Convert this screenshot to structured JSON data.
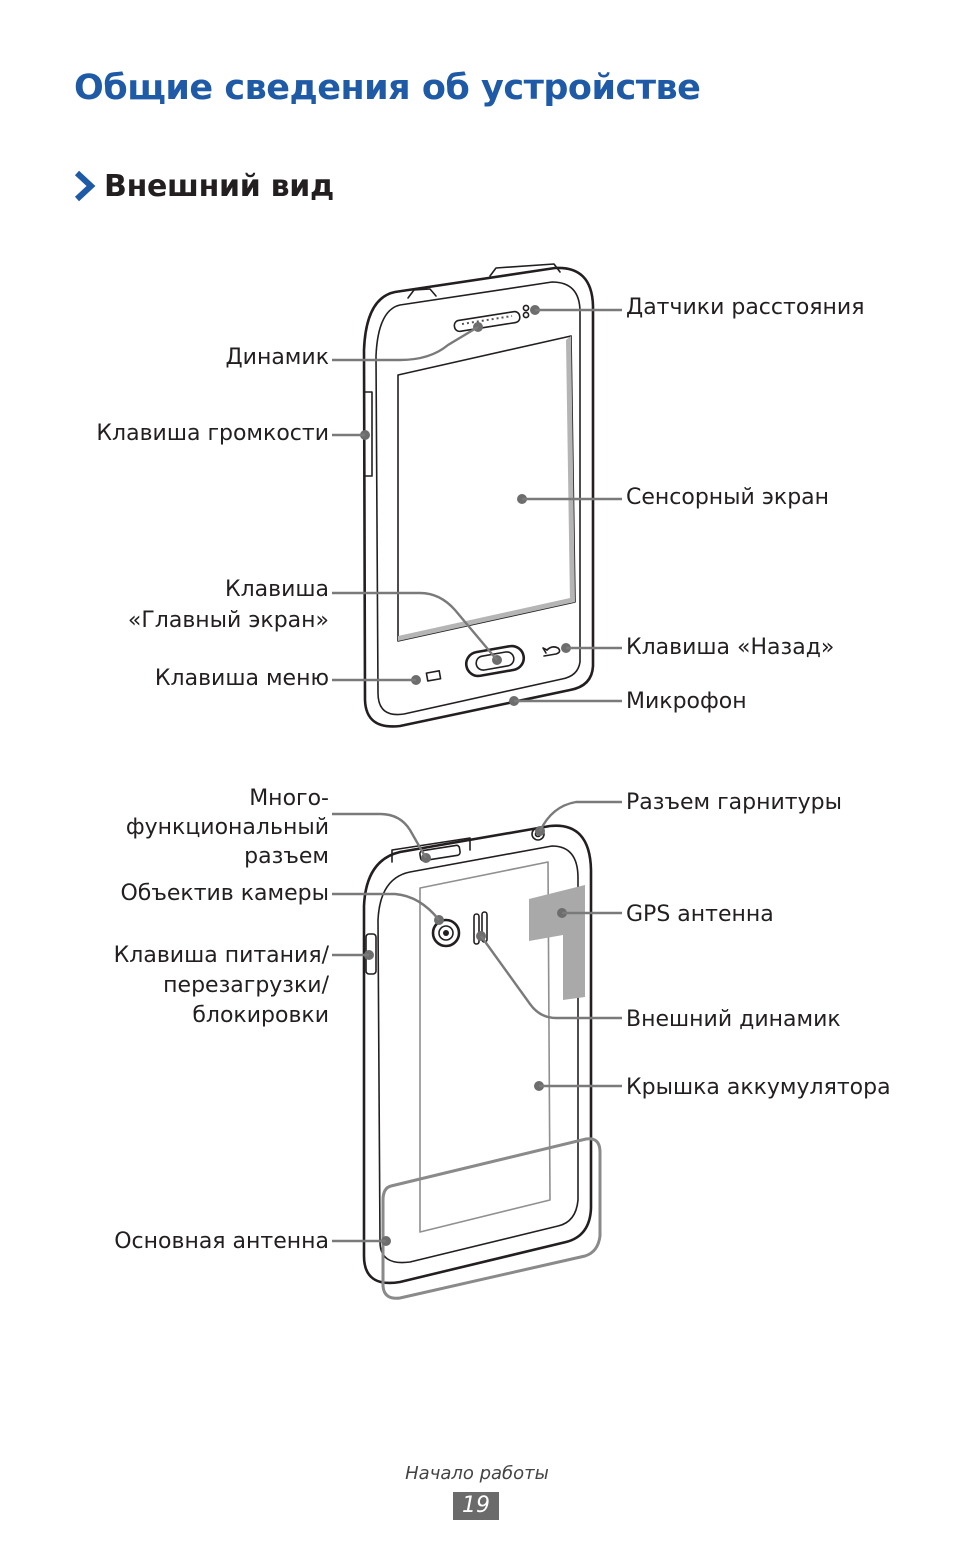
{
  "page_title": "Общие сведения об устройстве",
  "section_title": "Внешний вид",
  "front_labels": {
    "proximity_sensors": "Датчики расстояния",
    "speaker": "Динамик",
    "volume_key": "Клавиша громкости",
    "touch_screen": "Сенсорный экран",
    "home_key_line1": "Клавиша",
    "home_key_line2": "«Главный экран»",
    "back_key": "Клавиша «Назад»",
    "menu_key": "Клавиша меню",
    "microphone": "Микрофон"
  },
  "back_labels": {
    "multifunction_jack_line1": "Много-",
    "multifunction_jack_line2": "функциональный",
    "multifunction_jack_line3": "разъем",
    "headset_jack": "Разъем гарнитуры",
    "camera_lens": "Объектив камеры",
    "gps_antenna": "GPS антенна",
    "power_key_line1": "Клавиша питания/",
    "power_key_line2": "перезагрузки/",
    "power_key_line3": "блокировки",
    "external_speaker": "Внешний динамик",
    "battery_cover": "Крышка аккумулятора",
    "main_antenna": "Основная антенна"
  },
  "footer": {
    "section_name": "Начало работы",
    "page_number": "19"
  },
  "colors": {
    "title": "#1f5aa6",
    "callout": "#7a7a7a",
    "page_badge": "#6b6b6b"
  }
}
